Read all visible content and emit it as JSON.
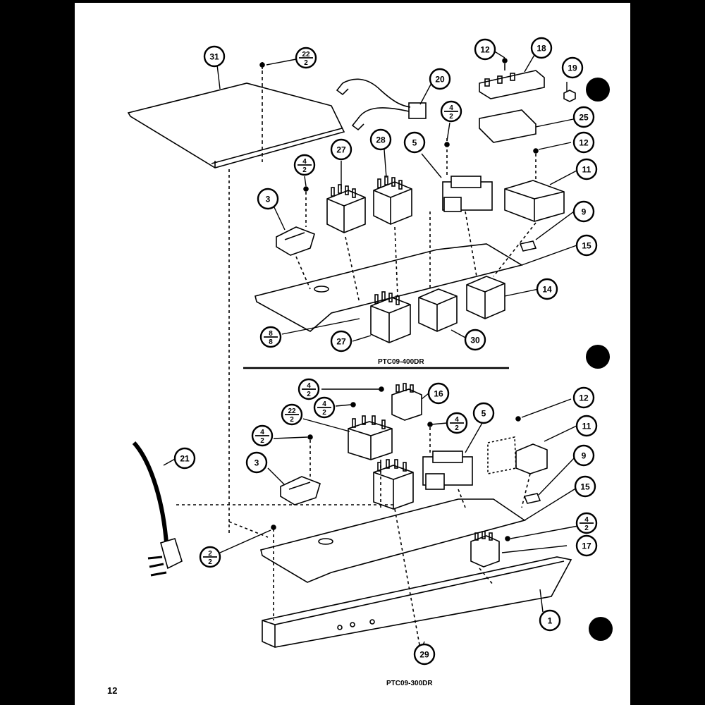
{
  "page_number": "12",
  "sections": {
    "upper_model": "PTC09-400DR",
    "lower_model": "PTC09-300DR"
  },
  "callouts": {
    "c31": "31",
    "c22a_top": "22",
    "c22a_bot": "2",
    "c20": "20",
    "c12a": "12",
    "c18": "18",
    "c19": "19",
    "c25": "25",
    "c4a_top": "4",
    "c4a_bot": "2",
    "c28": "28",
    "c27a": "27",
    "c5a": "5",
    "c12b": "12",
    "c11a": "11",
    "c4b_top": "4",
    "c4b_bot": "2",
    "c3a": "3",
    "c9a": "9",
    "c15a": "15",
    "c14": "14",
    "c8_top": "8",
    "c8_bot": "8",
    "c27b": "27",
    "c30": "30",
    "c4c_top": "4",
    "c4c_bot": "2",
    "c16": "16",
    "c4d_top": "4",
    "c4d_bot": "2",
    "c22b_top": "22",
    "c22b_bot": "2",
    "c4e_top": "4",
    "c4e_bot": "2",
    "c5b": "5",
    "c4f_top": "4",
    "c4f_bot": "2",
    "c12c": "12",
    "c11b": "11",
    "c21": "21",
    "c3b": "3",
    "c9b": "9",
    "c15b": "15",
    "c4g_top": "4",
    "c4g_bot": "2",
    "c2_top": "2",
    "c2_bot": "2",
    "c17": "17",
    "c1": "1",
    "c29": "29"
  },
  "colors": {
    "ink": "#000000",
    "paper": "#ffffff",
    "background": "#000000"
  }
}
